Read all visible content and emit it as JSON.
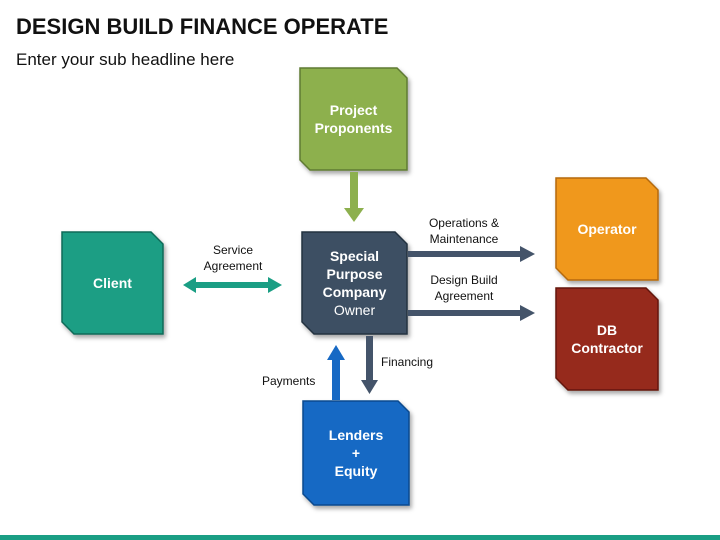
{
  "header": {
    "title": "DESIGN BUILD FINANCE OPERATE",
    "subtitle": "Enter your sub headline here"
  },
  "nodes": {
    "project_proponents": {
      "label": "Project\nProponents",
      "color": "#8DB04E"
    },
    "client": {
      "label": "Client",
      "color": "#1A9E84"
    },
    "spv": {
      "label_main": "Special\nPurpose\nCompany",
      "label_sub": "Owner",
      "color": "#3E4F63"
    },
    "operator": {
      "label": "Operator",
      "color": "#F0981F"
    },
    "db_contractor": {
      "label": "DB\nContractor",
      "color": "#962B1E"
    },
    "lenders": {
      "label": "Lenders\n+\nEquity",
      "color": "#1769C4"
    }
  },
  "edges": {
    "service_agreement": "Service\nAgreement",
    "operations_maintenance": "Operations &\nMaintenance",
    "design_build_agreement": "Design Build\nAgreement",
    "financing": "Financing",
    "payments": "Payments"
  },
  "colors": {
    "arrow_dark": "#44546A",
    "arrow_teal": "#1A9E84",
    "arrow_green": "#8DB04E",
    "arrow_blue": "#1769C4",
    "bottom_bar": "#1A9E84"
  }
}
